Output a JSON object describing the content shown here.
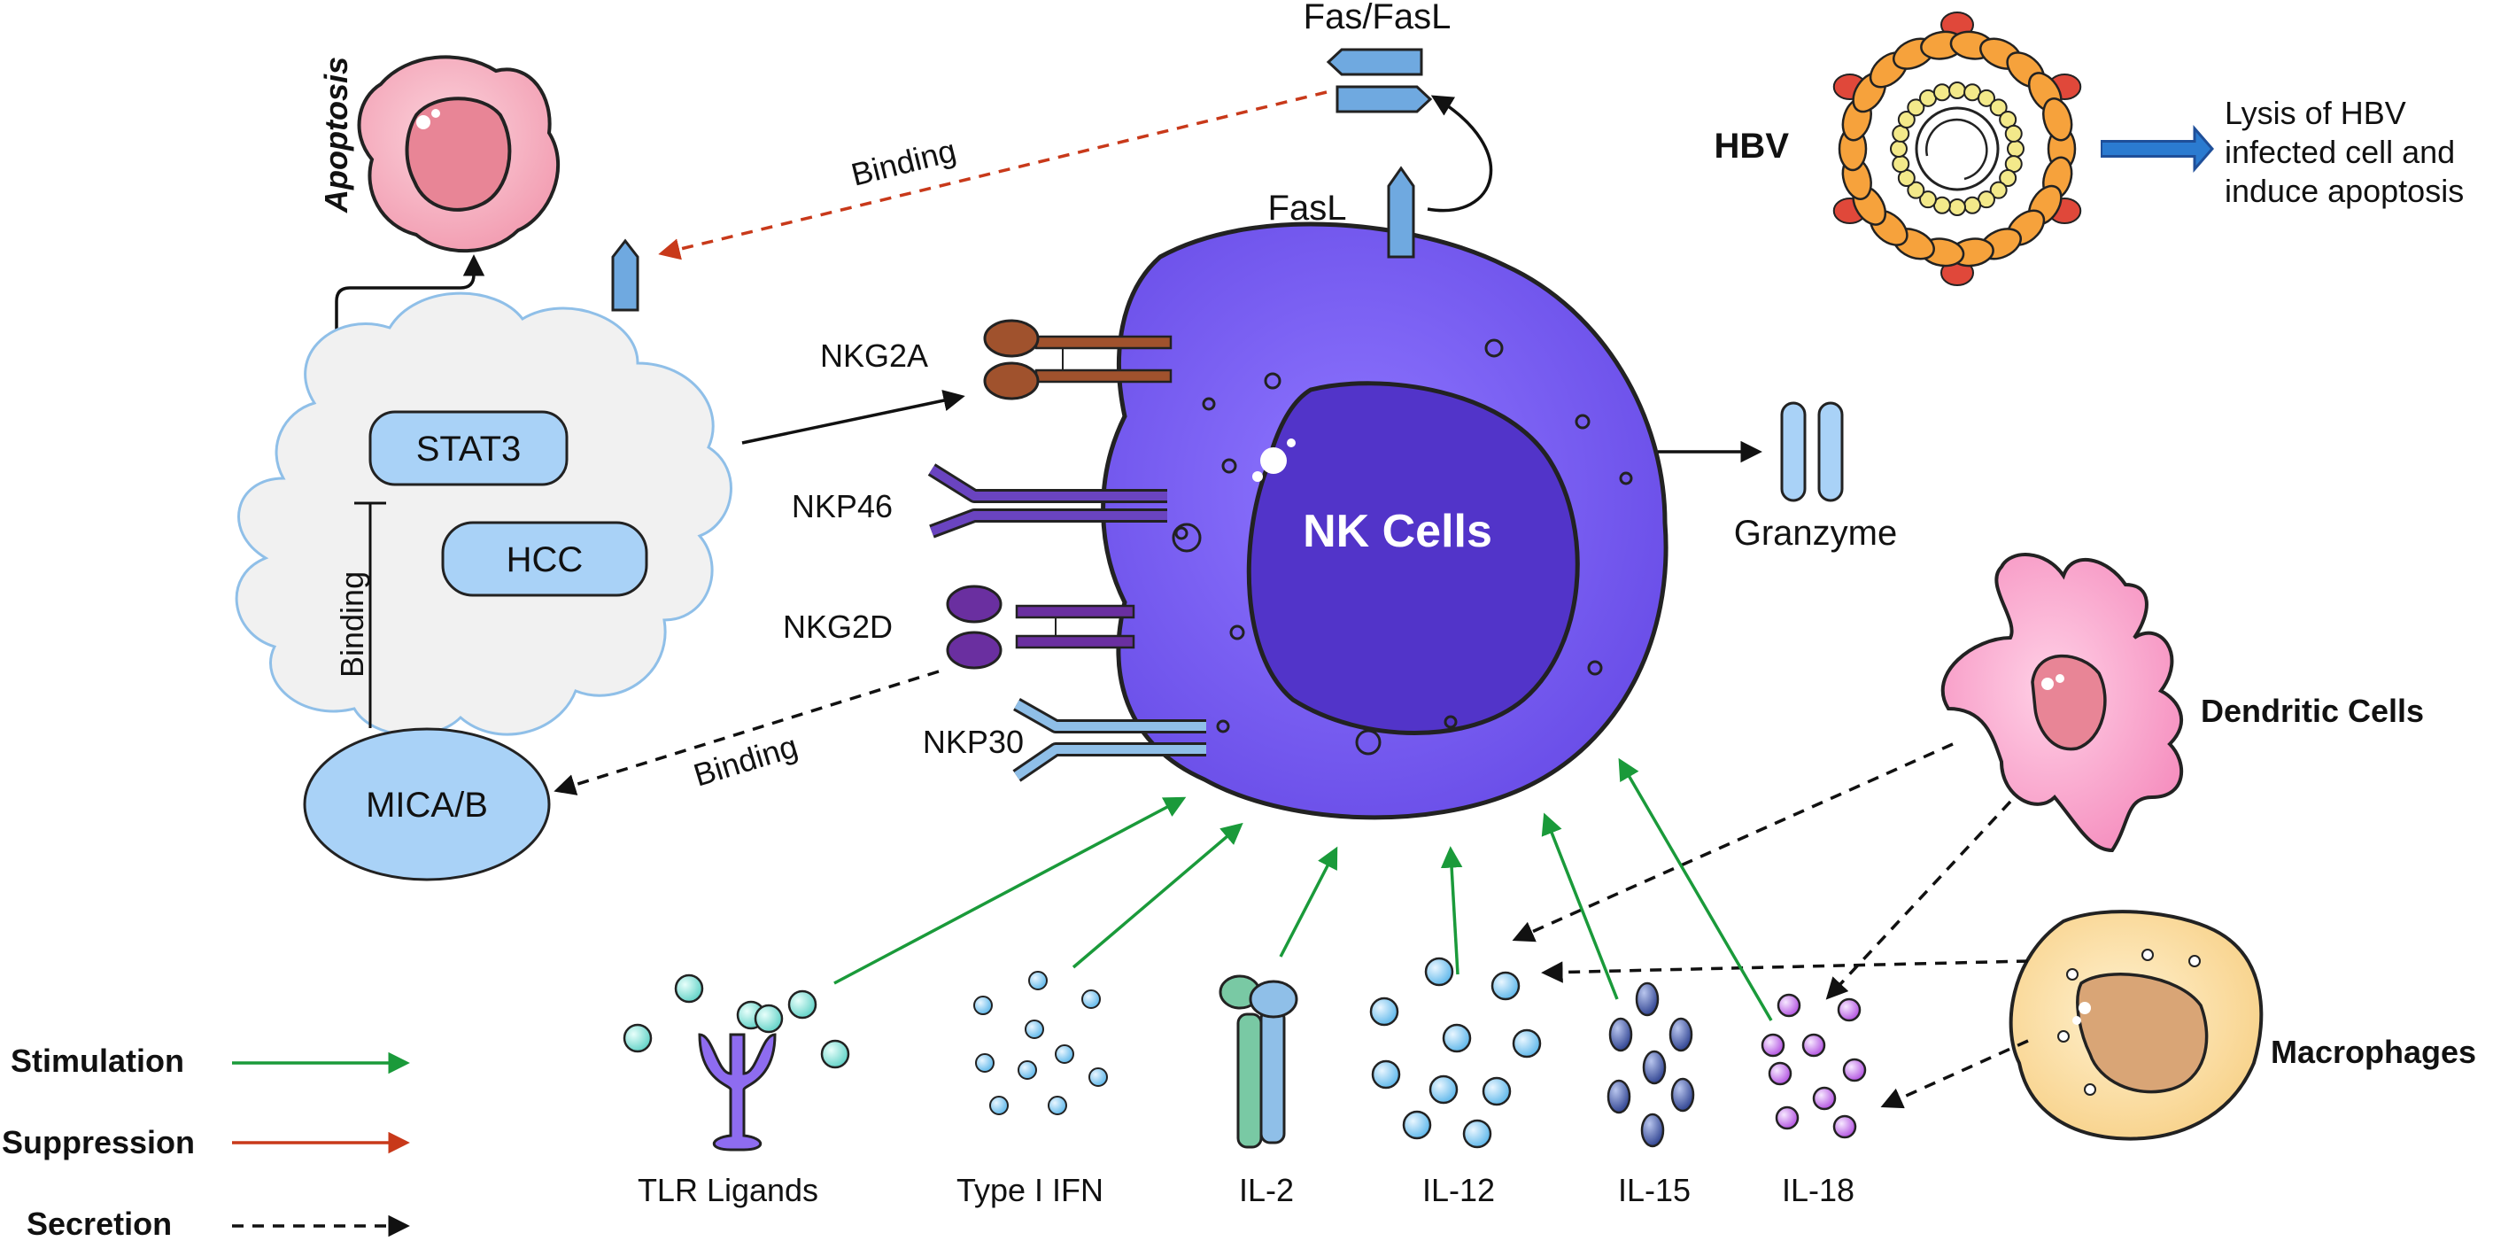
{
  "labels": {
    "apoptosis": "Apoptosis",
    "binding_top": "Binding",
    "binding_left": "Binding",
    "binding_bottom": "Binding",
    "fas_fasl": "Fas/FasL",
    "fasl": "FasL",
    "stat3": "STAT3",
    "hcc": "HCC",
    "mica_b": "MICA/B",
    "nkg2a": "NKG2A",
    "nkp46": "NKP46",
    "nkg2d": "NKG2D",
    "nkp30": "NKP30",
    "nk_cells": "NK Cells",
    "granzyme": "Granzyme",
    "hbv": "HBV",
    "lysis_line1": "Lysis of HBV",
    "lysis_line2": "infected cell and",
    "lysis_line3": "induce apoptosis",
    "dendritic": "Dendritic Cells",
    "macrophages": "Macrophages"
  },
  "stimuli": [
    "TLR Ligands",
    "Type I IFN",
    "IL-2",
    "IL-12",
    "IL-15",
    "IL-18"
  ],
  "legend": [
    {
      "label": "Stimulation",
      "color": "#1a9a3a",
      "style": "solid"
    },
    {
      "label": "Suppression",
      "color": "#c8391a",
      "style": "solid"
    },
    {
      "label": "Secretion",
      "color": "#111111",
      "style": "dashed"
    }
  ],
  "colors": {
    "nk_cell": "#7b5ef0",
    "nk_nucleus": "#5234c9",
    "stimulation": "#1a9a3a",
    "suppression": "#c8391a",
    "secretion": "#111111",
    "receptor_blue": "#8fbfe8",
    "hbv_capsid": "#f6a23c"
  }
}
